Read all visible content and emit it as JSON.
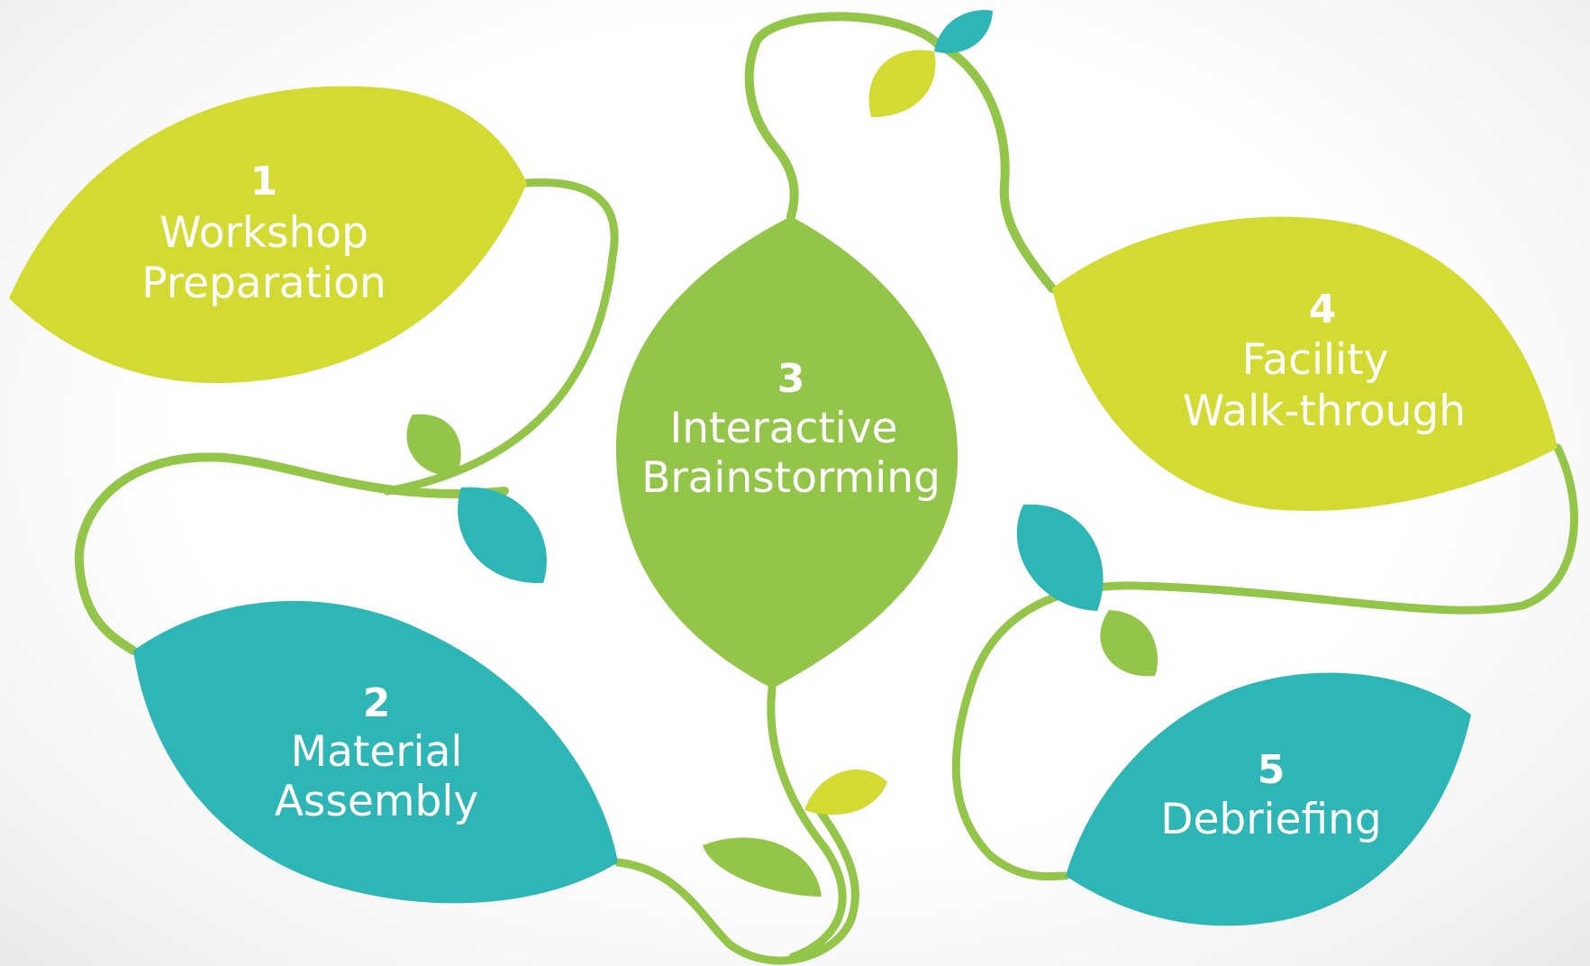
{
  "colors": {
    "lime": "#d3db33",
    "green": "#93c548",
    "teal": "#2eb5b5",
    "vine": "#93c548",
    "text": "#ffffff"
  },
  "steps": [
    {
      "number": "1",
      "lines": [
        "Workshop",
        "Preparation"
      ],
      "color": "lime"
    },
    {
      "number": "2",
      "lines": [
        "Material",
        "Assembly"
      ],
      "color": "teal"
    },
    {
      "number": "3",
      "lines": [
        "Interactive",
        "Brainstorming"
      ],
      "color": "green"
    },
    {
      "number": "4",
      "lines": [
        "Facility",
        "Walk-through"
      ],
      "color": "lime"
    },
    {
      "number": "5",
      "lines": [
        "Debriefing"
      ],
      "color": "teal"
    }
  ]
}
